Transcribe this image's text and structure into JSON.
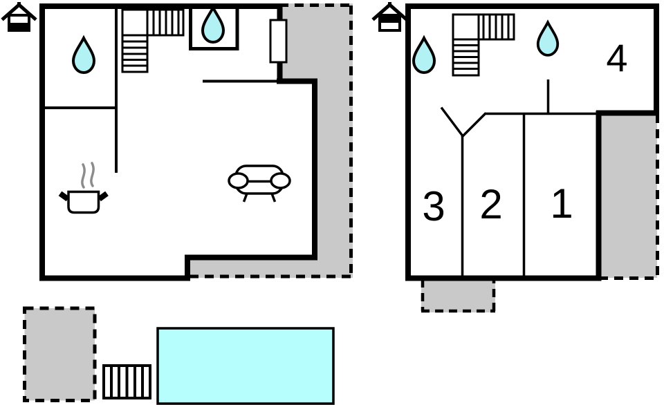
{
  "diagram": {
    "type": "floor-plan",
    "floors": [
      {
        "id": "ground-floor",
        "level_indicator": "house-icon-bottom-band-filled",
        "features": [
          "staircase",
          "water-drop",
          "water-drop",
          "entrance-door",
          "cooking-pot",
          "steam",
          "sofa",
          "terrace"
        ]
      },
      {
        "id": "upper-floor",
        "level_indicator": "house-icon-top-band-filled",
        "features": [
          "staircase",
          "water-drop",
          "water-drop",
          "terrace",
          "porch"
        ],
        "rooms": [
          "1",
          "2",
          "3",
          "4"
        ]
      }
    ],
    "outdoor": [
      "patio",
      "steps",
      "swimming-pool"
    ]
  },
  "room_labels": {
    "room1": "1",
    "room2": "2",
    "room3": "3",
    "room4": "4"
  },
  "colors": {
    "wall": "#000000",
    "terrace": "#c9c9c9",
    "water": "#b3f2f4",
    "pool": "#b6fdfd",
    "steam": "#8c8c8c",
    "background": "#ffffff"
  }
}
